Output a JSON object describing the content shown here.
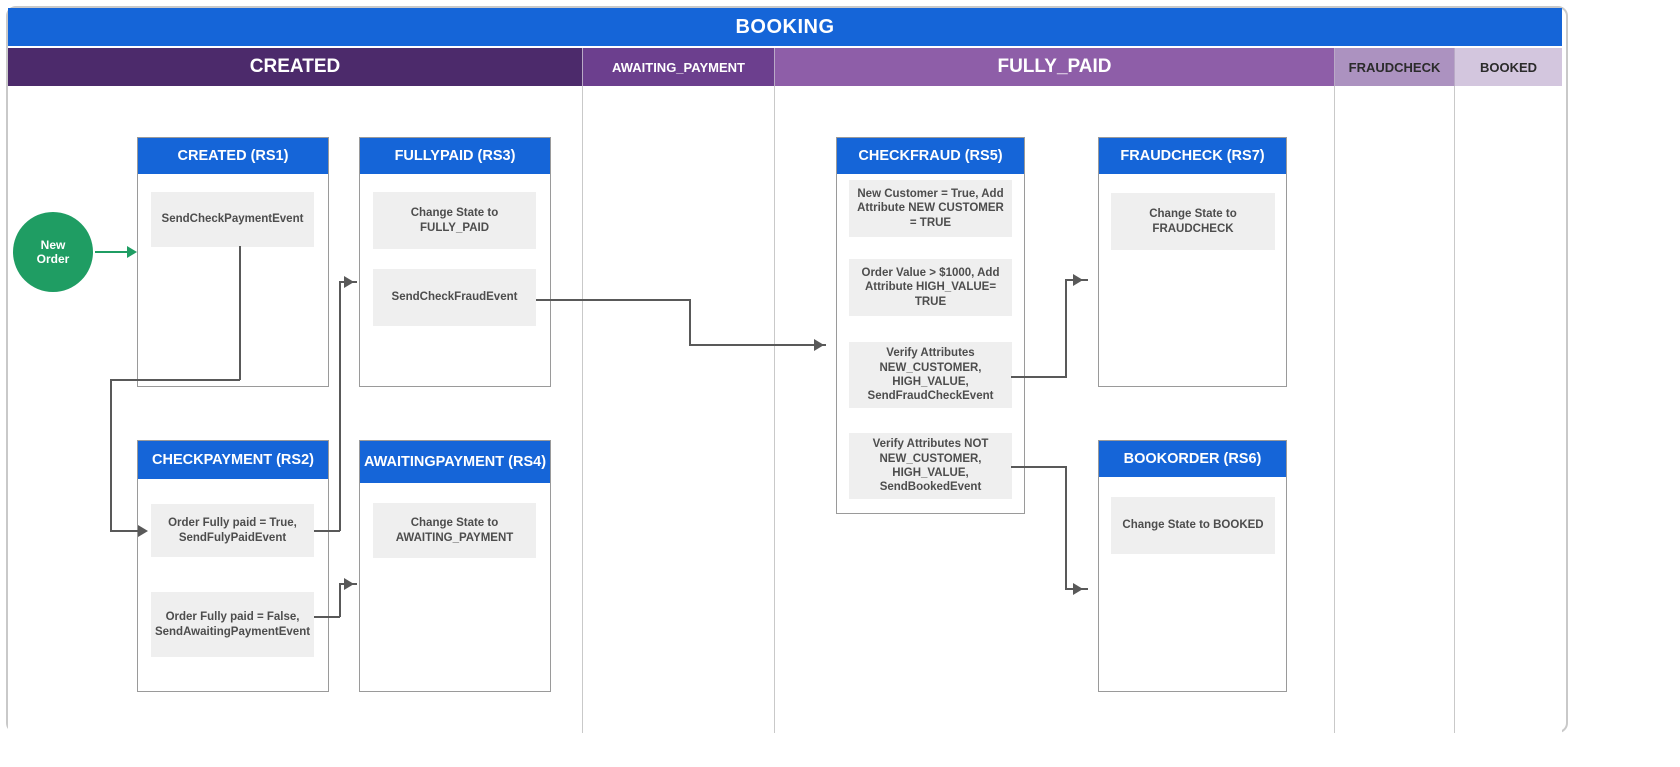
{
  "pool": {
    "title": "BOOKING",
    "color": "#1565d8"
  },
  "lanes": [
    {
      "label": "CREATED",
      "bg": "#4c2a6b",
      "fg": "#ffffff"
    },
    {
      "label": "AWAITING_PAYMENT",
      "bg": "#6c3f8e",
      "fg": "#ffffff"
    },
    {
      "label": "FULLY_PAID",
      "bg": "#8e5ea8",
      "fg": "#ffffff"
    },
    {
      "label": "FRAUDCHECK",
      "bg": "#ac92c0",
      "fg": "#2b2b2b"
    },
    {
      "label": "BOOKED",
      "bg": "#d3c6de",
      "fg": "#2b2b2b"
    }
  ],
  "start_event": {
    "label": "New\nOrder",
    "line1": "New",
    "line2": "Order",
    "color": "#1f9d63"
  },
  "activities": [
    {
      "id": "rs1",
      "title": "CREATED (RS1)",
      "tasks": [
        {
          "text": "SendCheckPaymentEvent"
        }
      ]
    },
    {
      "id": "rs2",
      "title": "CHECKPAYMENT (RS2)",
      "tasks": [
        {
          "text": "Order Fully paid = True, SendFulyPaidEvent"
        },
        {
          "text": "Order Fully paid = False, SendAwaitingPaymentEvent"
        }
      ]
    },
    {
      "id": "rs3",
      "title": "FULLYPAID (RS3)",
      "tasks": [
        {
          "text": "Change State to FULLY_PAID"
        },
        {
          "text": "SendCheckFraudEvent"
        }
      ]
    },
    {
      "id": "rs4",
      "title": "AWAITINGPAYMENT (RS4)",
      "tasks": [
        {
          "text": "Change State to AWAITING_PAYMENT"
        }
      ]
    },
    {
      "id": "rs5",
      "title": "CHECKFRAUD (RS5)",
      "tasks": [
        {
          "text": "New Customer = True, Add Attribute NEW CUSTOMER = TRUE"
        },
        {
          "text": "Order Value > $1000, Add Attribute HIGH_VALUE= TRUE"
        },
        {
          "text": "Verify Attributes NEW_CUSTOMER, HIGH_VALUE, SendFraudCheckEvent"
        },
        {
          "text": "Verify Attributes NOT NEW_CUSTOMER, HIGH_VALUE, SendBookedEvent"
        }
      ]
    },
    {
      "id": "rs6",
      "title": "BOOKORDER (RS6)",
      "tasks": [
        {
          "text": "Change State to BOOKED"
        }
      ]
    },
    {
      "id": "rs7",
      "title": "FRAUDCHECK (RS7)",
      "tasks": [
        {
          "text": "Change State to FRAUDCHECK"
        }
      ]
    }
  ],
  "colors": {
    "header_blue": "#1565d8",
    "task_grey": "#efefef",
    "connector": "#595959",
    "start_green": "#1f9d63"
  }
}
